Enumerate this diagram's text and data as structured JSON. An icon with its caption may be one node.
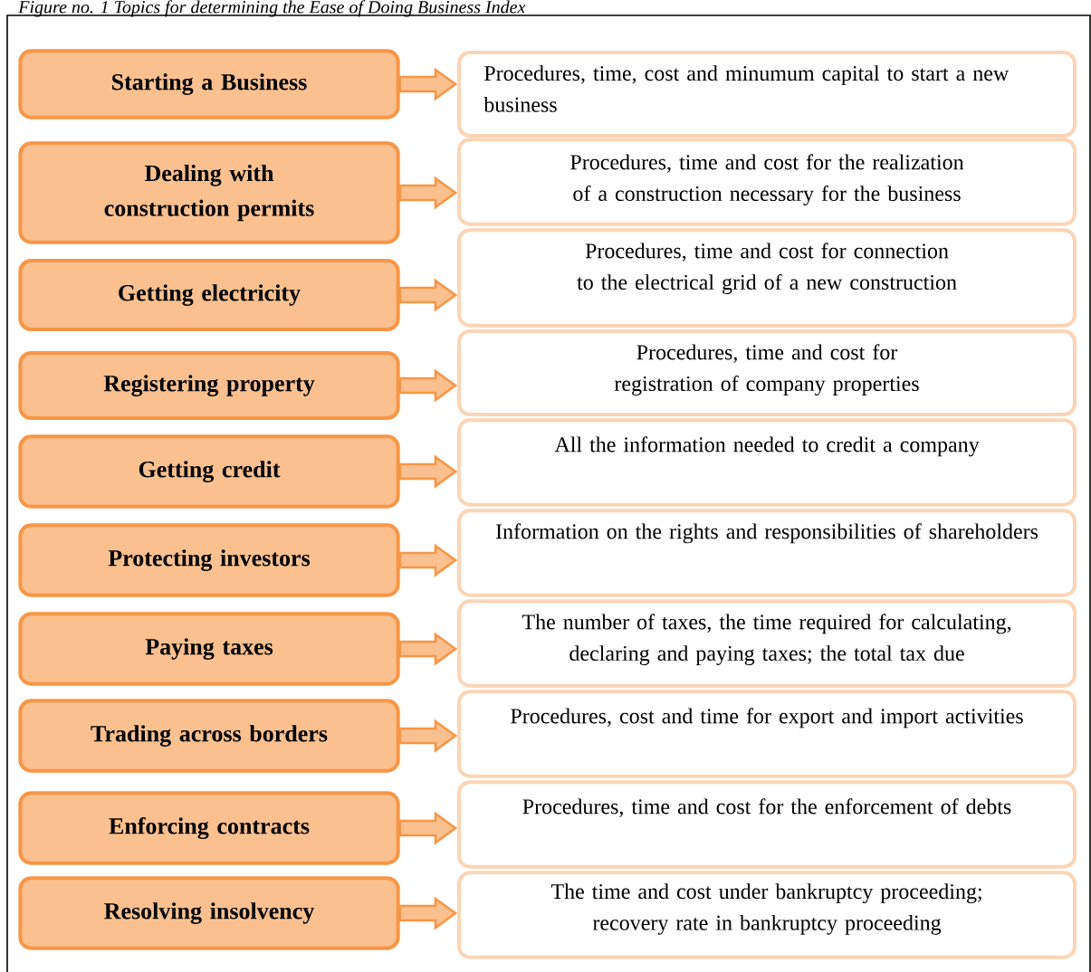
{
  "diagram": {
    "title": "Figure no. 1 Topics for determining the Ease of Doing Business Index",
    "nodes": [
      {
        "text": [
          "Starting a Business"
        ]
      },
      {
        "text": [
          "Procedures, time, cost and minumum capital to start a new business"
        ]
      },
      {
        "text": [
          "Dealing with construction permits"
        ]
      },
      {
        "text": [
          "Procedures, time and cost for the realization of a construction necessary for the business"
        ]
      },
      {
        "text": [
          "Getting electricity"
        ]
      },
      {
        "text": [
          "Procedures, time and cost for connection to the electrical grid of a new construction"
        ]
      },
      {
        "text": [
          "Registering property"
        ]
      },
      {
        "text": [
          "Procedures, time and cost for registration of company properties"
        ]
      },
      {
        "text": [
          "Getting credit"
        ]
      },
      {
        "text": [
          "All the information needed to credit a company"
        ]
      },
      {
        "text": [
          "Protecting investors"
        ]
      },
      {
        "text": [
          "Information on the rights and responsibilities of shareholders"
        ]
      },
      {
        "text": [
          "Paying taxes"
        ]
      },
      {
        "text": [
          "The number of taxes, the time required for calculating, declaring and paying taxes; the total tax due"
        ]
      },
      {
        "text": [
          "Trading across borders"
        ]
      },
      {
        "text": [
          "Procedures, cost and time for export and import activities"
        ]
      },
      {
        "text": [
          "Enforcing contracts"
        ]
      },
      {
        "text": [
          "Procedures, time and cost for the enforcement of debts"
        ]
      },
      {
        "text": [
          "Resolving insolvency"
        ]
      },
      {
        "text": [
          "The time and cost under bankruptcy proceeding; recovery rate in bankruptcy proceeding"
        ]
      }
    ],
    "edges": [
      {
        "from": 0,
        "to": 1,
        "arrow": "to"
      },
      {
        "from": 2,
        "to": 3,
        "arrow": "to"
      },
      {
        "from": 4,
        "to": 5,
        "arrow": "to"
      },
      {
        "from": 6,
        "to": 7,
        "arrow": "to"
      },
      {
        "from": 8,
        "to": 9,
        "arrow": "to"
      },
      {
        "from": 10,
        "to": 11,
        "arrow": "to"
      },
      {
        "from": 12,
        "to": 13,
        "arrow": "to"
      },
      {
        "from": 14,
        "to": 15,
        "arrow": "to"
      },
      {
        "from": 16,
        "to": 17,
        "arrow": "to"
      },
      {
        "from": 18,
        "to": 19,
        "arrow": "to"
      }
    ]
  }
}
